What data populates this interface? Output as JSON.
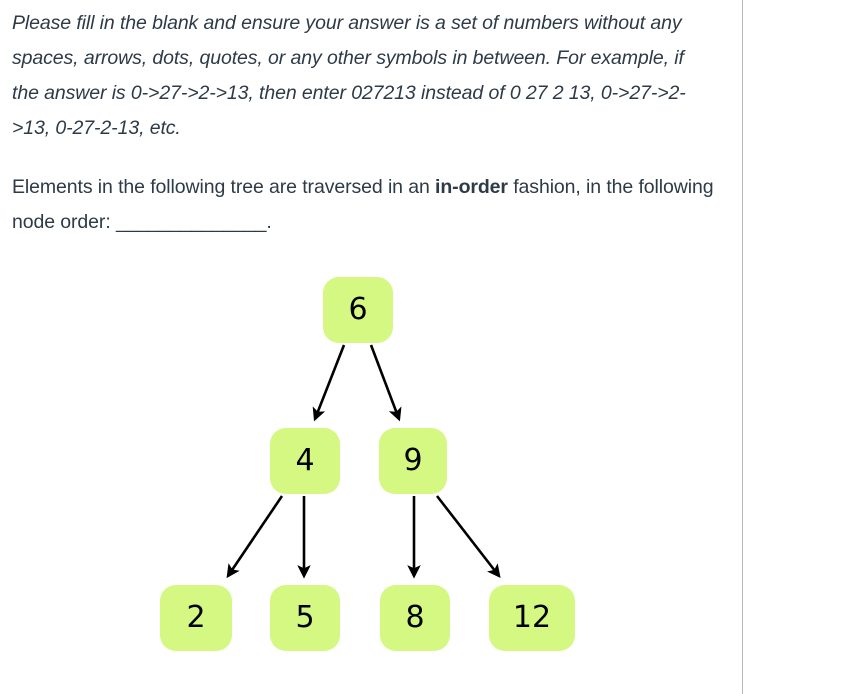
{
  "question": {
    "instructions": "Please fill in the blank and ensure your answer is a set of numbers without any spaces, arrows, dots, quotes, or any other symbols in between. For example, if the answer is 0->27->2->13, then enter 027213 instead of 0 27 2 13, 0->27->2->13, 0-27-2-13, etc.",
    "prompt_prefix": "Elements in the following tree are traversed in an ",
    "prompt_emphasis": "in-order",
    "prompt_suffix": " fashion, in the following node order: ",
    "blank": "______________",
    "prompt_end": "."
  },
  "tree": {
    "node_color": "#d4f881",
    "text_color": "#000000",
    "edge_color": "#000000",
    "nodes": [
      {
        "id": "6",
        "label": "6"
      },
      {
        "id": "4",
        "label": "4"
      },
      {
        "id": "9",
        "label": "9"
      },
      {
        "id": "2",
        "label": "2"
      },
      {
        "id": "5",
        "label": "5"
      },
      {
        "id": "8",
        "label": "8"
      },
      {
        "id": "12",
        "label": "12"
      }
    ],
    "edges": [
      {
        "from": "6",
        "to": "4"
      },
      {
        "from": "6",
        "to": "9"
      },
      {
        "from": "4",
        "to": "2"
      },
      {
        "from": "4",
        "to": "5"
      },
      {
        "from": "9",
        "to": "8"
      },
      {
        "from": "9",
        "to": "12"
      }
    ]
  }
}
